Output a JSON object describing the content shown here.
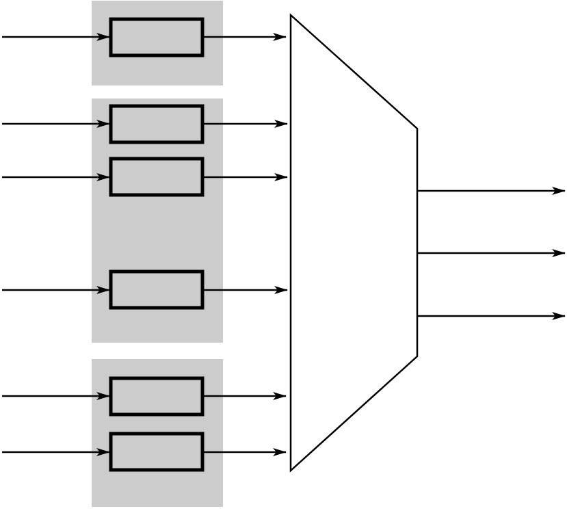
{
  "diagram": {
    "colors": {
      "group_fill": "#cccccc",
      "block_fill": "#cccccc",
      "stroke": "#000000",
      "background": "#ffffff"
    },
    "groups": [
      {
        "id": "group-1",
        "blocks": 1
      },
      {
        "id": "group-2",
        "blocks": 3
      },
      {
        "id": "group-3",
        "blocks": 2
      }
    ],
    "block_count": 6,
    "input_arrow_count": 6,
    "mux_input_arrow_count": 6,
    "output_arrow_count": 3
  }
}
